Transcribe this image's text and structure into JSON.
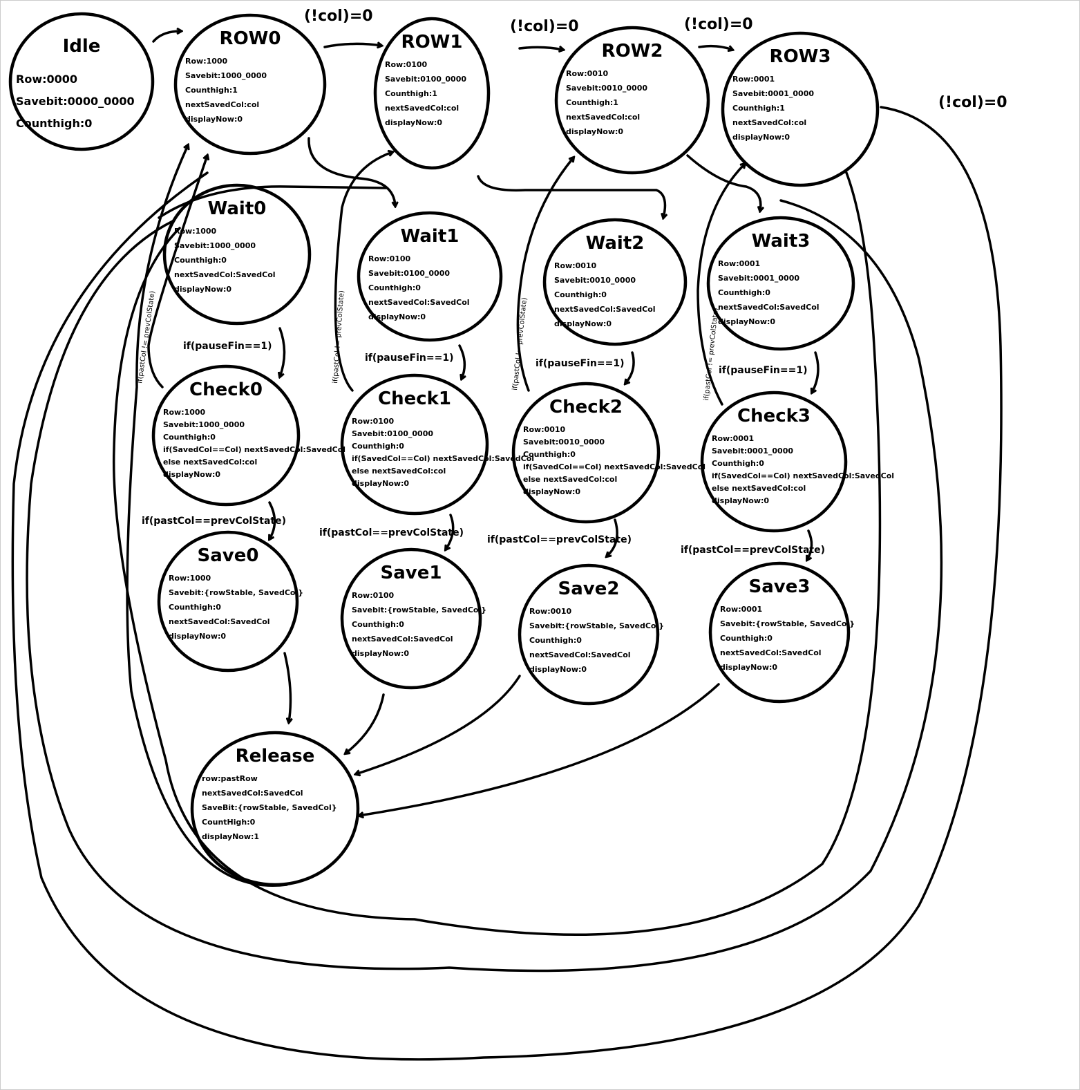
{
  "states": [
    {
      "name": "Idle",
      "lines": [
        "Row:0000",
        "Savebit:0000_0000",
        "Counthigh:0"
      ]
    },
    {
      "name": "ROW0",
      "lines": [
        "Row:1000",
        "Savebit:1000_0000",
        "Counthigh:1",
        "nextSavedCol:col",
        "displayNow:0"
      ]
    },
    {
      "name": "ROW1",
      "lines": [
        "Row:0100",
        "Savebit:0100_0000",
        "Counthigh:1",
        "nextSavedCol:col",
        "displayNow:0"
      ]
    },
    {
      "name": "ROW2",
      "lines": [
        "Row:0010",
        "Savebit:0010_0000",
        "Counthigh:1",
        "nextSavedCol:col",
        "displayNow:0"
      ]
    },
    {
      "name": "ROW3",
      "lines": [
        "Row:0001",
        "Savebit:0001_0000",
        "Counthigh:1",
        "nextSavedCol:col",
        "displayNow:0"
      ]
    },
    {
      "name": "Wait0",
      "lines": [
        "Row:1000",
        "Savebit:1000_0000",
        "Counthigh:0",
        "nextSavedCol:SavedCol",
        "displayNow:0"
      ]
    },
    {
      "name": "Wait1",
      "lines": [
        "Row:0100",
        "Savebit:0100_0000",
        "Counthigh:0",
        "nextSavedCol:SavedCol",
        "displayNow:0"
      ]
    },
    {
      "name": "Wait2",
      "lines": [
        "Row:0010",
        "Savebit:0010_0000",
        "Counthigh:0",
        "nextSavedCol:SavedCol",
        "displayNow:0"
      ]
    },
    {
      "name": "Wait3",
      "lines": [
        "Row:0001",
        "Savebit:0001_0000",
        "Counthigh:0",
        "nextSavedCol:SavedCol",
        "displayNow:0"
      ]
    },
    {
      "name": "Check0",
      "lines": [
        "Row:1000",
        "Savebit:1000_0000",
        "Counthigh:0",
        "if(SavedCol==Col) nextSavedCol:SavedCol",
        "else nextSavedCol:col",
        "displayNow:0"
      ]
    },
    {
      "name": "Check1",
      "lines": [
        "Row:0100",
        "Savebit:0100_0000",
        "Counthigh:0",
        "if(SavedCol==Col) nextSavedCol:SavedCol",
        "else nextSavedCol:col",
        "displayNow:0"
      ]
    },
    {
      "name": "Check2",
      "lines": [
        "Row:0010",
        "Savebit:0010_0000",
        "Counthigh:0",
        "if(SavedCol==Col) nextSavedCol:SavedCol",
        "else nextSavedCol:col",
        "displayNow:0"
      ]
    },
    {
      "name": "Check3",
      "lines": [
        "Row:0001",
        "Savebit:0001_0000",
        "Counthigh:0",
        "if(SavedCol==Col) nextSavedCol:SavedCol",
        "else nextSavedCol:col",
        "displayNow:0"
      ]
    },
    {
      "name": "Save0",
      "lines": [
        "Row:1000",
        "Savebit:{rowStable, SavedCol}",
        "Counthigh:0",
        "nextSavedCol:SavedCol",
        "displayNow:0"
      ]
    },
    {
      "name": "Save1",
      "lines": [
        "Row:0100",
        "Savebit:{rowStable, SavedCol}",
        "Counthigh:0",
        "nextSavedCol:SavedCol",
        "displayNow:0"
      ]
    },
    {
      "name": "Save2",
      "lines": [
        "Row:0010",
        "Savebit:{rowStable, SavedCol}",
        "Counthigh:0",
        "nextSavedCol:SavedCol",
        "displayNow:0"
      ]
    },
    {
      "name": "Save3",
      "lines": [
        "Row:0001",
        "Savebit:{rowStable, SavedCol}",
        "Counthigh:0",
        "nextSavedCol:SavedCol",
        "displayNow:0"
      ]
    },
    {
      "name": "Release",
      "lines": [
        "row:pastRow",
        "nextSavedCol:SavedCol",
        "SaveBit:{rowStable, SavedCol}",
        "CountHigh:0",
        "displayNow:1"
      ]
    }
  ],
  "labels": {
    "no_col": [
      "(!col)=0",
      "(!col)=0",
      "(!col)=0",
      "(!col)=0"
    ],
    "pause_fin": [
      "if(pauseFin==1)",
      "if(pauseFin==1)",
      "if(pauseFin==1)",
      "if(pauseFin==1)"
    ],
    "past_eq": [
      "if(pastCol==prevColState)",
      "if(pastCol==prevColState)",
      "if(pastCol==prevColState)",
      "if(pastCol==prevColState)"
    ],
    "past_neq": [
      "if(pastCol != prevColState)",
      "if(pastCol != prevColState)",
      "if(pastCol != prevColState)",
      "if(pastCol != prevColState)"
    ]
  }
}
